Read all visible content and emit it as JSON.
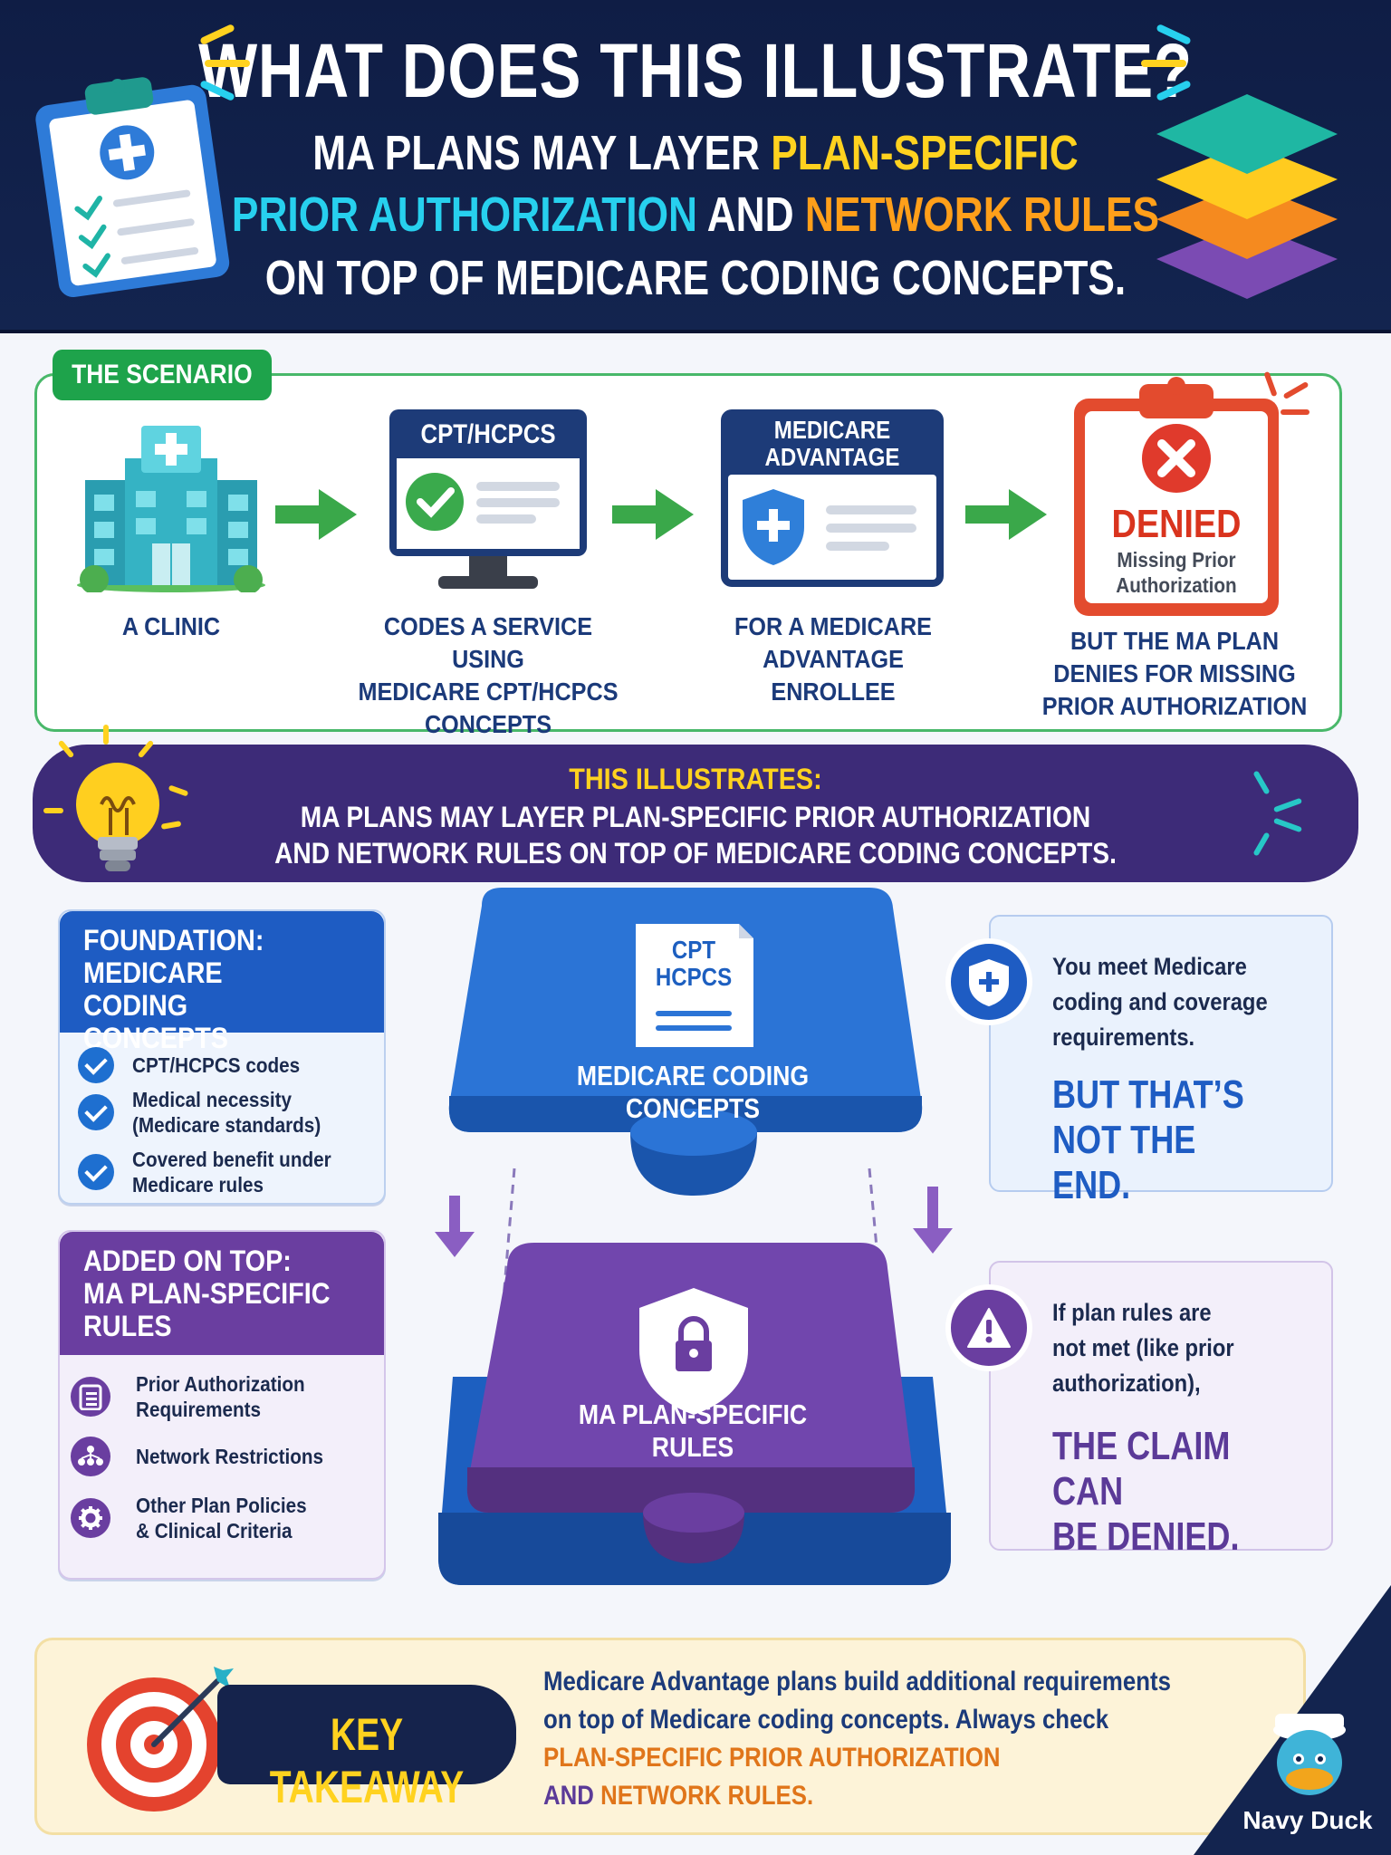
{
  "header": {
    "title": "WHAT DOES THIS ILLUSTRATE?",
    "line1_a": "MA PLANS MAY LAYER ",
    "line1_b": "PLAN-SPECIFIC",
    "line2_a": "PRIOR AUTHORIZATION",
    "line2_b": " AND ",
    "line2_c": "NETWORK RULES",
    "line3": "ON TOP OF MEDICARE CODING CONCEPTS."
  },
  "scenario": {
    "tag": "THE SCENARIO",
    "step1": "A CLINIC",
    "step2_l1": "CODES A SERVICE USING",
    "step2_l2": "MEDICARE CPT/HCPCS",
    "step2_l3": "CONCEPTS",
    "step3_l1": "FOR A MEDICARE",
    "step3_l2": "ADVANTAGE ENROLLEE",
    "step4_l1": "BUT THE MA PLAN",
    "step4_l2": "DENIES FOR MISSING",
    "step4_l3": "PRIOR AUTHORIZATION",
    "monitor_label": "CPT/HCPCS",
    "ma_card_l1": "MEDICARE",
    "ma_card_l2": "ADVANTAGE",
    "denied": "DENIED",
    "denied_sub1": "Missing Prior",
    "denied_sub2": "Authorization"
  },
  "banner": {
    "label": "THIS ILLUSTRATES:",
    "line1": "MA PLANS MAY LAYER PLAN-SPECIFIC PRIOR AUTHORIZATION",
    "line2": "AND NETWORK RULES ON TOP OF MEDICARE CODING CONCEPTS."
  },
  "foundation": {
    "head1": "FOUNDATION:",
    "head2": "MEDICARE CODING",
    "head3": "CONCEPTS",
    "items": [
      {
        "l1": "CPT/HCPCS codes",
        "l2": ""
      },
      {
        "l1": "Medical necessity",
        "l2": "(Medicare standards)"
      },
      {
        "l1": "Covered benefit under",
        "l2": "Medicare rules"
      }
    ]
  },
  "added": {
    "head1": "ADDED ON TOP:",
    "head2": "MA PLAN-SPECIFIC",
    "head3": "RULES",
    "items": [
      {
        "l1": "Prior Authorization",
        "l2": "Requirements"
      },
      {
        "l1": "Network Restrictions",
        "l2": ""
      },
      {
        "l1": "Other Plan Policies",
        "l2": "& Clinical Criteria"
      }
    ]
  },
  "stack": {
    "doc_l1": "CPT",
    "doc_l2": "HCPCS",
    "top_l1": "MEDICARE CODING",
    "top_l2": "CONCEPTS",
    "bottom_l1": "MA PLAN-SPECIFIC",
    "bottom_l2": "RULES"
  },
  "right1": {
    "l1": "You meet Medicare",
    "l2": "coding and coverage",
    "l3": "requirements.",
    "big1": "BUT THAT’S",
    "big2": "NOT THE END."
  },
  "right2": {
    "l1": "If plan rules are",
    "l2": "not met (like prior",
    "l3": "authorization),",
    "big1": "THE CLAIM CAN",
    "big2": "BE DENIED."
  },
  "takeaway": {
    "label": "KEY TAKEAWAY",
    "l1": "Medicare Advantage plans build additional requirements",
    "l2": "on top of Medicare coding concepts. Always check",
    "l3": "PLAN-SPECIFIC PRIOR AUTHORIZATION",
    "l4_a": "AND ",
    "l4_b": "NETWORK RULES."
  },
  "brand": {
    "name": "Navy Duck"
  },
  "colors": {
    "navy": "#0f1d45",
    "yellow": "#ffd21f",
    "cyan": "#27d0ee",
    "orange": "#ff9f1a",
    "green": "#1ea34b",
    "blue": "#1e6fd0",
    "purple": "#6a3ea0",
    "red": "#e03a2c"
  }
}
